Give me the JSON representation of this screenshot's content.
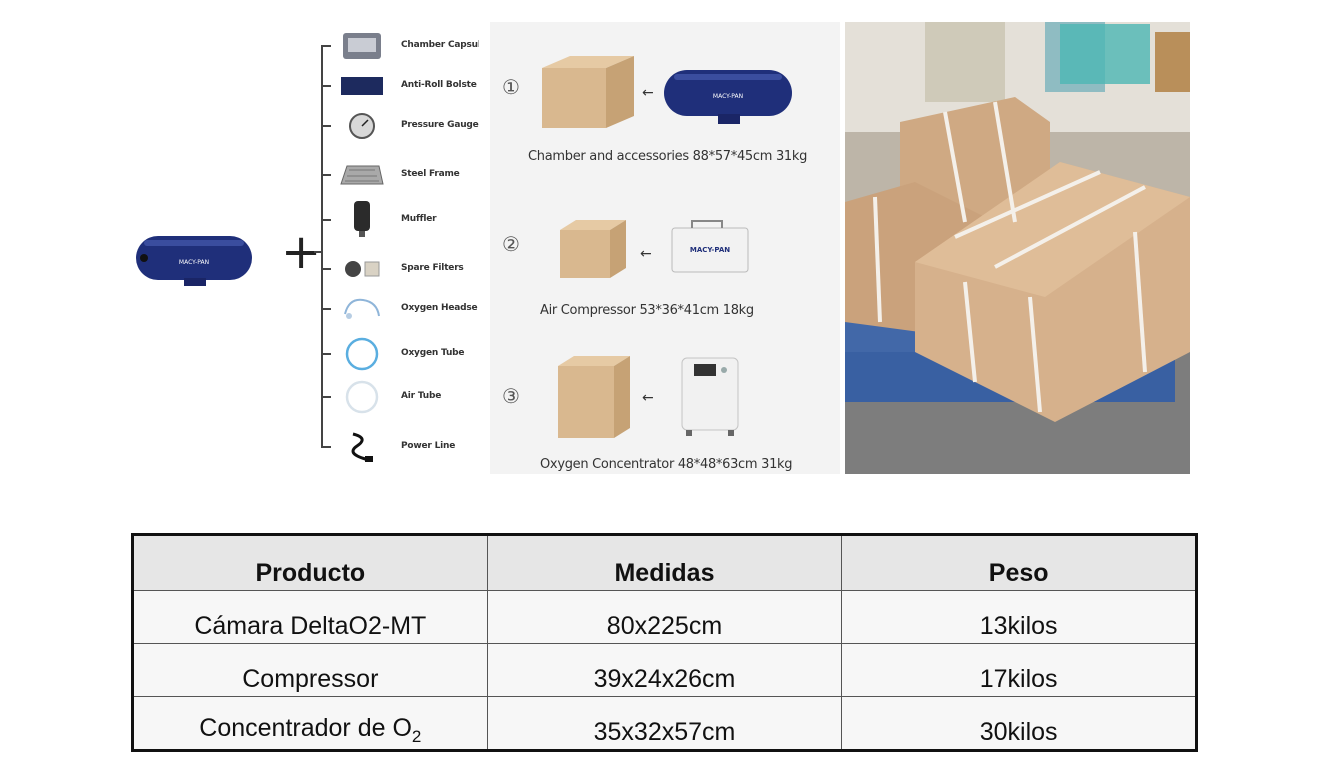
{
  "accessories": {
    "items": [
      {
        "label": "Chamber Capsul",
        "icon": "chamber-capsule-icon"
      },
      {
        "label": "Anti-Roll Bolste",
        "icon": "bolster-icon"
      },
      {
        "label": "Pressure Gauge",
        "icon": "gauge-icon"
      },
      {
        "label": "Steel Frame",
        "icon": "frame-icon"
      },
      {
        "label": "Muffler",
        "icon": "muffler-icon"
      },
      {
        "label": "Spare Filters",
        "icon": "filters-icon"
      },
      {
        "label": "Oxygen Headse",
        "icon": "headset-icon"
      },
      {
        "label": "Oxygen Tube",
        "icon": "tube-icon"
      },
      {
        "label": "Air Tube",
        "icon": "air-tube-icon"
      },
      {
        "label": "Power Line",
        "icon": "power-line-icon"
      }
    ],
    "plus": "+",
    "brand": "MACY-PAN"
  },
  "packing": [
    {
      "number": "①",
      "caption": "Chamber and accessories  88*57*45cm  31kg"
    },
    {
      "number": "②",
      "caption": "Air Compressor  53*36*41cm   18kg"
    },
    {
      "number": "③",
      "caption": "Oxygen Concentrator  48*48*63cm   31kg"
    }
  ],
  "arrow": "←",
  "table": {
    "headers": [
      "Producto",
      "Medidas",
      "Peso"
    ],
    "rows": [
      {
        "product": "Cámara DeltaO2-MT",
        "measures": "80x225cm",
        "weight": "13kilos"
      },
      {
        "product": "Compressor",
        "measures": "39x24x26cm",
        "weight": "17kilos"
      },
      {
        "product_main": "Concentrador de O",
        "product_sub": "2",
        "measures": "35x32x57cm",
        "weight": "30kilos"
      }
    ]
  },
  "colors": {
    "chamber_blue": "#1f2f7a",
    "cardboard": "#d8b890",
    "table_border": "#111111"
  }
}
